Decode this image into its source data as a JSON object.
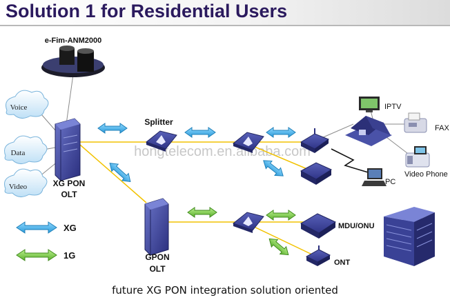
{
  "header": {
    "title": "Solution 1 for Residential Users"
  },
  "nms": {
    "label": "e-Fim-ANM2000"
  },
  "clouds": {
    "voice": "Voice",
    "data": "Data",
    "video": "Video"
  },
  "olt_xg": {
    "line1": "XG PON",
    "line2": "OLT"
  },
  "olt_gpon": {
    "line1": "GPON",
    "line2": "OLT"
  },
  "splitter": {
    "label": "Splitter"
  },
  "devices": {
    "iptv": "IPTV",
    "fax": "FAX",
    "pc": "PC",
    "video_phone": "Video Phone",
    "mdu_onu": "MDU/ONU",
    "ont": "ONT"
  },
  "legend": {
    "xg": "XG",
    "g1": "1G"
  },
  "watermark": "hongtelecom.en.alibaba.com",
  "caption": "future XG PON integration solution oriented",
  "colors": {
    "title": "#2b1a5e",
    "xg_arrow": "#46b4e6",
    "g1_arrow": "#7ccf4e",
    "device_blue": "#3a3f9a",
    "fiber_line": "#f2c200",
    "cloud": "#d6ecfa"
  }
}
